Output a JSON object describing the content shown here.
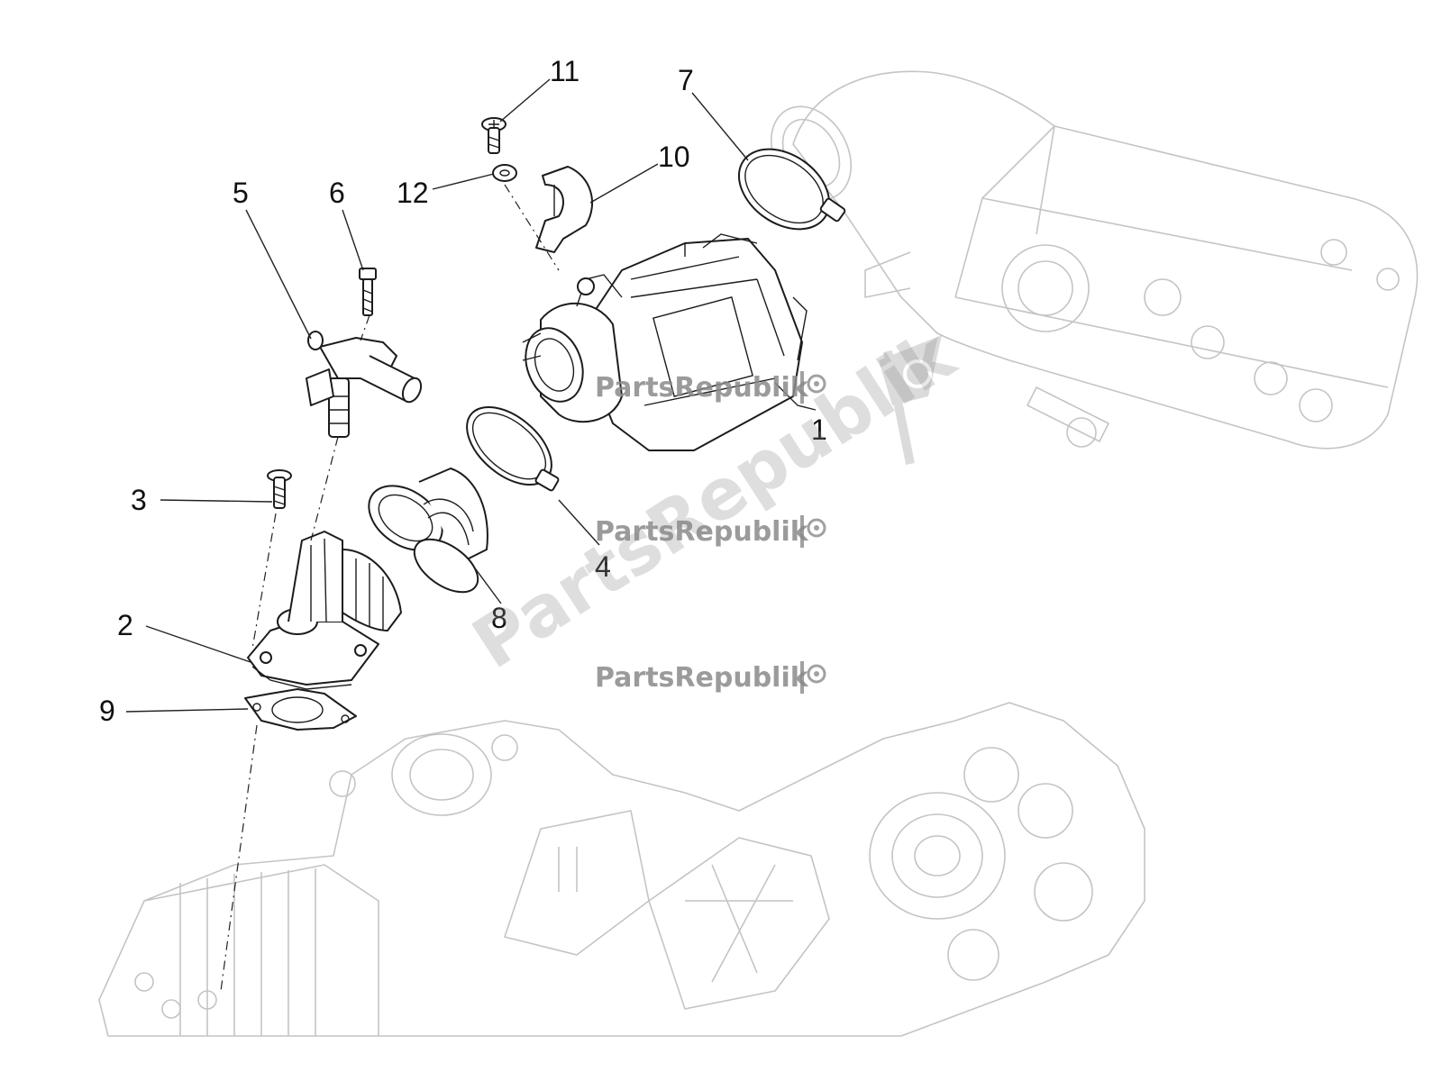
{
  "diagram": {
    "callouts": [
      {
        "id": "1",
        "label": "1"
      },
      {
        "id": "2",
        "label": "2"
      },
      {
        "id": "3",
        "label": "3"
      },
      {
        "id": "4",
        "label": "4"
      },
      {
        "id": "5",
        "label": "5"
      },
      {
        "id": "6",
        "label": "6"
      },
      {
        "id": "7",
        "label": "7"
      },
      {
        "id": "8",
        "label": "8"
      },
      {
        "id": "9",
        "label": "9"
      },
      {
        "id": "10",
        "label": "10"
      },
      {
        "id": "11",
        "label": "11"
      },
      {
        "id": "12",
        "label": "12"
      }
    ]
  },
  "watermark": {
    "brand": "PartsRepublik",
    "text_color": "#8a8a8a",
    "icon": "gear-flag-icon"
  },
  "colors": {
    "line": "#1c1c1c",
    "ghost": "#c4c4c4",
    "background": "#ffffff"
  }
}
